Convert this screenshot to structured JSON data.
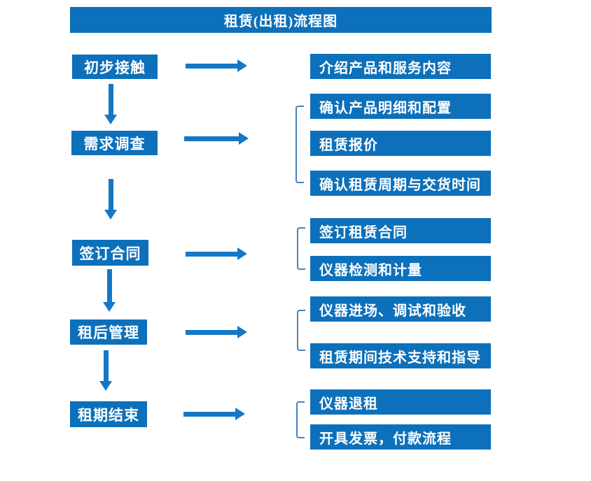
{
  "title": "租赁(出租)流程图",
  "colors": {
    "primary": "#0d70ba",
    "arrow": "#1478c8",
    "bracket": "#4682be",
    "text_on_primary": "#ffffff",
    "background": "#ffffff"
  },
  "flow": {
    "groups": [
      {
        "step": "初步接触",
        "details": [
          "介绍产品和服务内容"
        ]
      },
      {
        "step": "需求调查",
        "details": [
          "确认产品明细和配置",
          "租赁报价",
          "确认租赁周期与交货时间"
        ]
      },
      {
        "step": "签订合同",
        "details": [
          "签订租赁合同",
          "仪器检测和计量"
        ]
      },
      {
        "step": "租后管理",
        "details": [
          "仪器进场、调试和验收",
          "租赁期间技术支持和指导"
        ]
      },
      {
        "step": "租期结束",
        "details": [
          "仪器退租",
          "开具发票，付款流程"
        ]
      }
    ]
  }
}
